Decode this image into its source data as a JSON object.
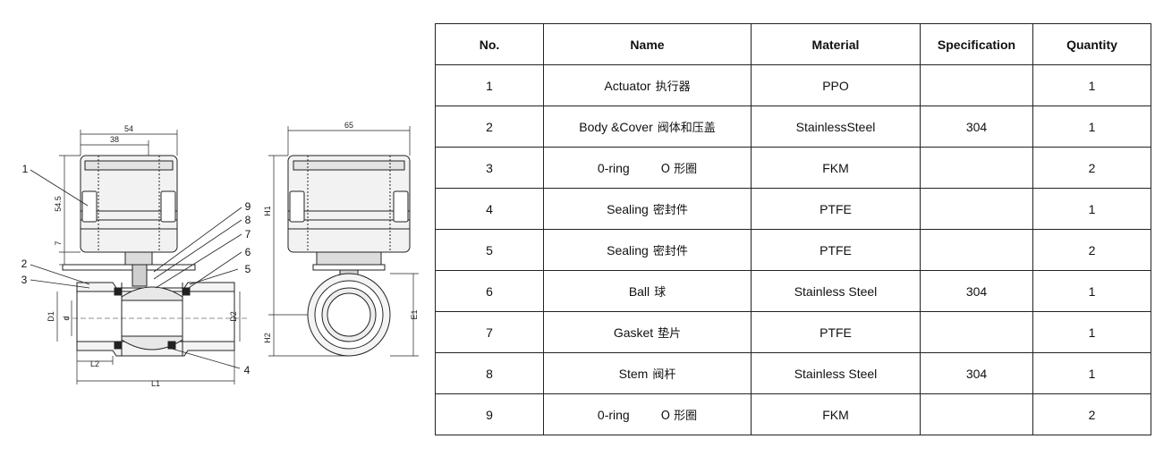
{
  "drawing": {
    "dimensions": {
      "width_54": "54",
      "width_38": "38",
      "height_54_5": "54.5",
      "height_7": "7",
      "width_65": "65",
      "h1": "H1",
      "h2": "H2",
      "d1": "D1",
      "d": "d",
      "d2": "D2",
      "e1": "E1",
      "l1": "L1",
      "l2": "L2"
    },
    "callouts": [
      "1",
      "2",
      "3",
      "4",
      "5",
      "6",
      "7",
      "8",
      "9"
    ]
  },
  "table": {
    "headers": [
      "No.",
      "Name",
      "Material",
      "Specification",
      "Quantity"
    ],
    "rows": [
      {
        "no": "1",
        "name": "Actuator",
        "name_cn": "执行器",
        "material": "PPO",
        "spec": "",
        "qty": "1"
      },
      {
        "no": "2",
        "name": "Body &Cover",
        "name_cn": "阀体和压盖",
        "material": "StainlessSteel",
        "spec": "304",
        "qty": "1"
      },
      {
        "no": "3",
        "name": "0-ring",
        "name_cn": "O 形圈",
        "material": "FKM",
        "spec": "",
        "qty": "2"
      },
      {
        "no": "4",
        "name": "Sealing",
        "name_cn": "密封件",
        "material": "PTFE",
        "spec": "",
        "qty": "1"
      },
      {
        "no": "5",
        "name": "Sealing",
        "name_cn": "密封件",
        "material": "PTFE",
        "spec": "",
        "qty": "2"
      },
      {
        "no": "6",
        "name": "Ball",
        "name_cn": "球",
        "material": "Stainless Steel",
        "spec": "304",
        "qty": "1"
      },
      {
        "no": "7",
        "name": "Gasket",
        "name_cn": "垫片",
        "material": "PTFE",
        "spec": "",
        "qty": "1"
      },
      {
        "no": "8",
        "name": "Stem",
        "name_cn": "阀杆",
        "material": "Stainless Steel",
        "spec": "304",
        "qty": "1"
      },
      {
        "no": "9",
        "name": "0-ring",
        "name_cn": "O 形圈",
        "material": "FKM",
        "spec": "",
        "qty": "2"
      }
    ]
  }
}
